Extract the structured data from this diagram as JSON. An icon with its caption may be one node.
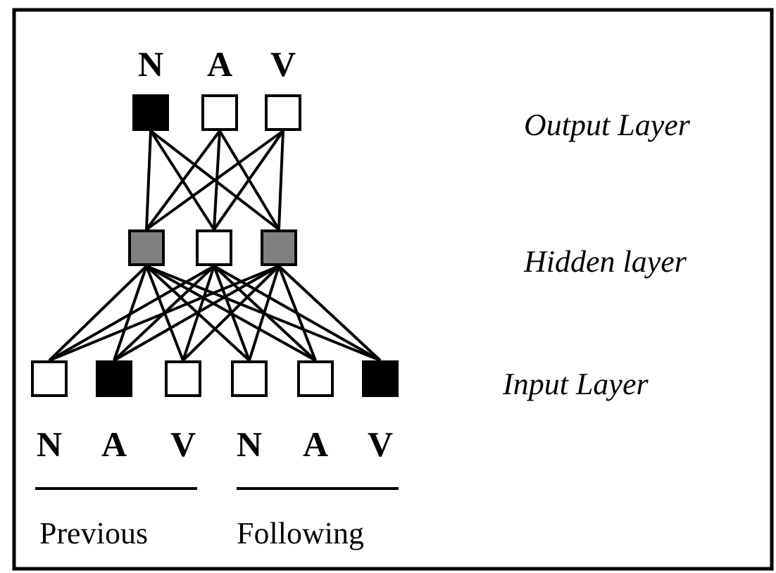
{
  "diagram": {
    "nodes": [
      {
        "text": [
          "N"
        ]
      },
      {
        "text": [
          "A"
        ]
      },
      {
        "text": [
          "V"
        ]
      },
      {
        "text": [],
        "shape": "box"
      },
      {
        "text": [],
        "shape": "box"
      },
      {
        "text": [],
        "shape": "box"
      },
      {
        "text": [
          "N"
        ]
      },
      {
        "text": [
          "A"
        ]
      },
      {
        "text": [
          "V"
        ]
      },
      {
        "text": [
          "N"
        ]
      },
      {
        "text": [
          "A"
        ]
      },
      {
        "text": [
          "V"
        ]
      }
    ],
    "edges": [
      {
        "from": 0,
        "to": 3,
        "arrow": "none"
      },
      {
        "from": 0,
        "to": 4,
        "arrow": "none"
      },
      {
        "from": 0,
        "to": 5,
        "arrow": "none"
      },
      {
        "from": 1,
        "to": 3,
        "arrow": "none"
      },
      {
        "from": 1,
        "to": 4,
        "arrow": "none"
      },
      {
        "from": 1,
        "to": 5,
        "arrow": "none"
      },
      {
        "from": 2,
        "to": 3,
        "arrow": "none"
      },
      {
        "from": 2,
        "to": 4,
        "arrow": "none"
      },
      {
        "from": 2,
        "to": 5,
        "arrow": "none"
      },
      {
        "from": 3,
        "to": 6,
        "arrow": "none"
      },
      {
        "from": 3,
        "to": 7,
        "arrow": "none"
      },
      {
        "from": 3,
        "to": 8,
        "arrow": "none"
      },
      {
        "from": 3,
        "to": 9,
        "arrow": "none"
      },
      {
        "from": 3,
        "to": 10,
        "arrow": "none"
      },
      {
        "from": 3,
        "to": 11,
        "arrow": "none"
      },
      {
        "from": 4,
        "to": 6,
        "arrow": "none"
      },
      {
        "from": 4,
        "to": 7,
        "arrow": "none"
      },
      {
        "from": 4,
        "to": 8,
        "arrow": "none"
      },
      {
        "from": 4,
        "to": 9,
        "arrow": "none"
      },
      {
        "from": 4,
        "to": 10,
        "arrow": "none"
      },
      {
        "from": 4,
        "to": 11,
        "arrow": "none"
      },
      {
        "from": 5,
        "to": 6,
        "arrow": "none"
      },
      {
        "from": 5,
        "to": 7,
        "arrow": "none"
      },
      {
        "from": 5,
        "to": 8,
        "arrow": "none"
      },
      {
        "from": 5,
        "to": 9,
        "arrow": "none"
      },
      {
        "from": 5,
        "to": 10,
        "arrow": "none"
      },
      {
        "from": 5,
        "to": 11,
        "arrow": "none"
      }
    ],
    "labels": [
      "Output Layer",
      "Hidden layer",
      "Input Layer",
      "Previous",
      "Following"
    ]
  }
}
